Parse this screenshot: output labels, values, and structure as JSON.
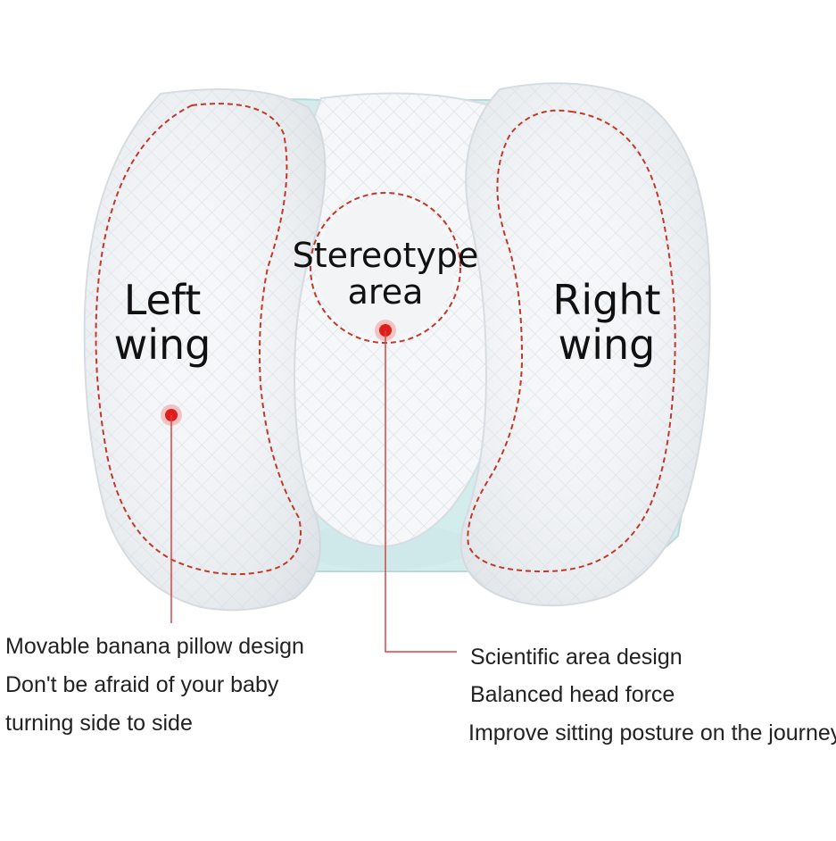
{
  "labels": {
    "left_wing": [
      "Left",
      "wing"
    ],
    "right_wing": [
      "Right",
      "wing"
    ],
    "center": [
      "Stereotype",
      "area"
    ]
  },
  "captions": {
    "left": [
      "Movable banana pillow design",
      "Don't be afraid of your baby",
      "turning side to side"
    ],
    "right": [
      "Scientific area design",
      "Balanced head force",
      "Improve sitting posture on the journey"
    ]
  },
  "colors": {
    "pillow": "#f4f6f8",
    "trim": "#cfe9ea",
    "accent": "#e01d1d",
    "dash": "#c0392b"
  }
}
